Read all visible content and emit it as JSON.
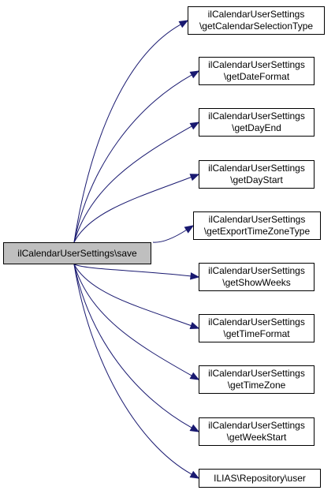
{
  "colors": {
    "edge": "#191970",
    "root_fill": "#bfbfbf",
    "node_fill": "#ffffff",
    "border": "#000000"
  },
  "root": {
    "label": "ilCalendarUserSettings\\save"
  },
  "targets": [
    {
      "line1": "ilCalendarUserSettings",
      "line2": "\\getCalendarSelectionType"
    },
    {
      "line1": "ilCalendarUserSettings",
      "line2": "\\getDateFormat"
    },
    {
      "line1": "ilCalendarUserSettings",
      "line2": "\\getDayEnd"
    },
    {
      "line1": "ilCalendarUserSettings",
      "line2": "\\getDayStart"
    },
    {
      "line1": "ilCalendarUserSettings",
      "line2": "\\getExportTimeZoneType"
    },
    {
      "line1": "ilCalendarUserSettings",
      "line2": "\\getShowWeeks"
    },
    {
      "line1": "ilCalendarUserSettings",
      "line2": "\\getTimeFormat"
    },
    {
      "line1": "ilCalendarUserSettings",
      "line2": "\\getTimeZone"
    },
    {
      "line1": "ilCalendarUserSettings",
      "line2": "\\getWeekStart"
    },
    {
      "line1": "ILIAS\\Repository\\user",
      "line2": ""
    }
  ]
}
